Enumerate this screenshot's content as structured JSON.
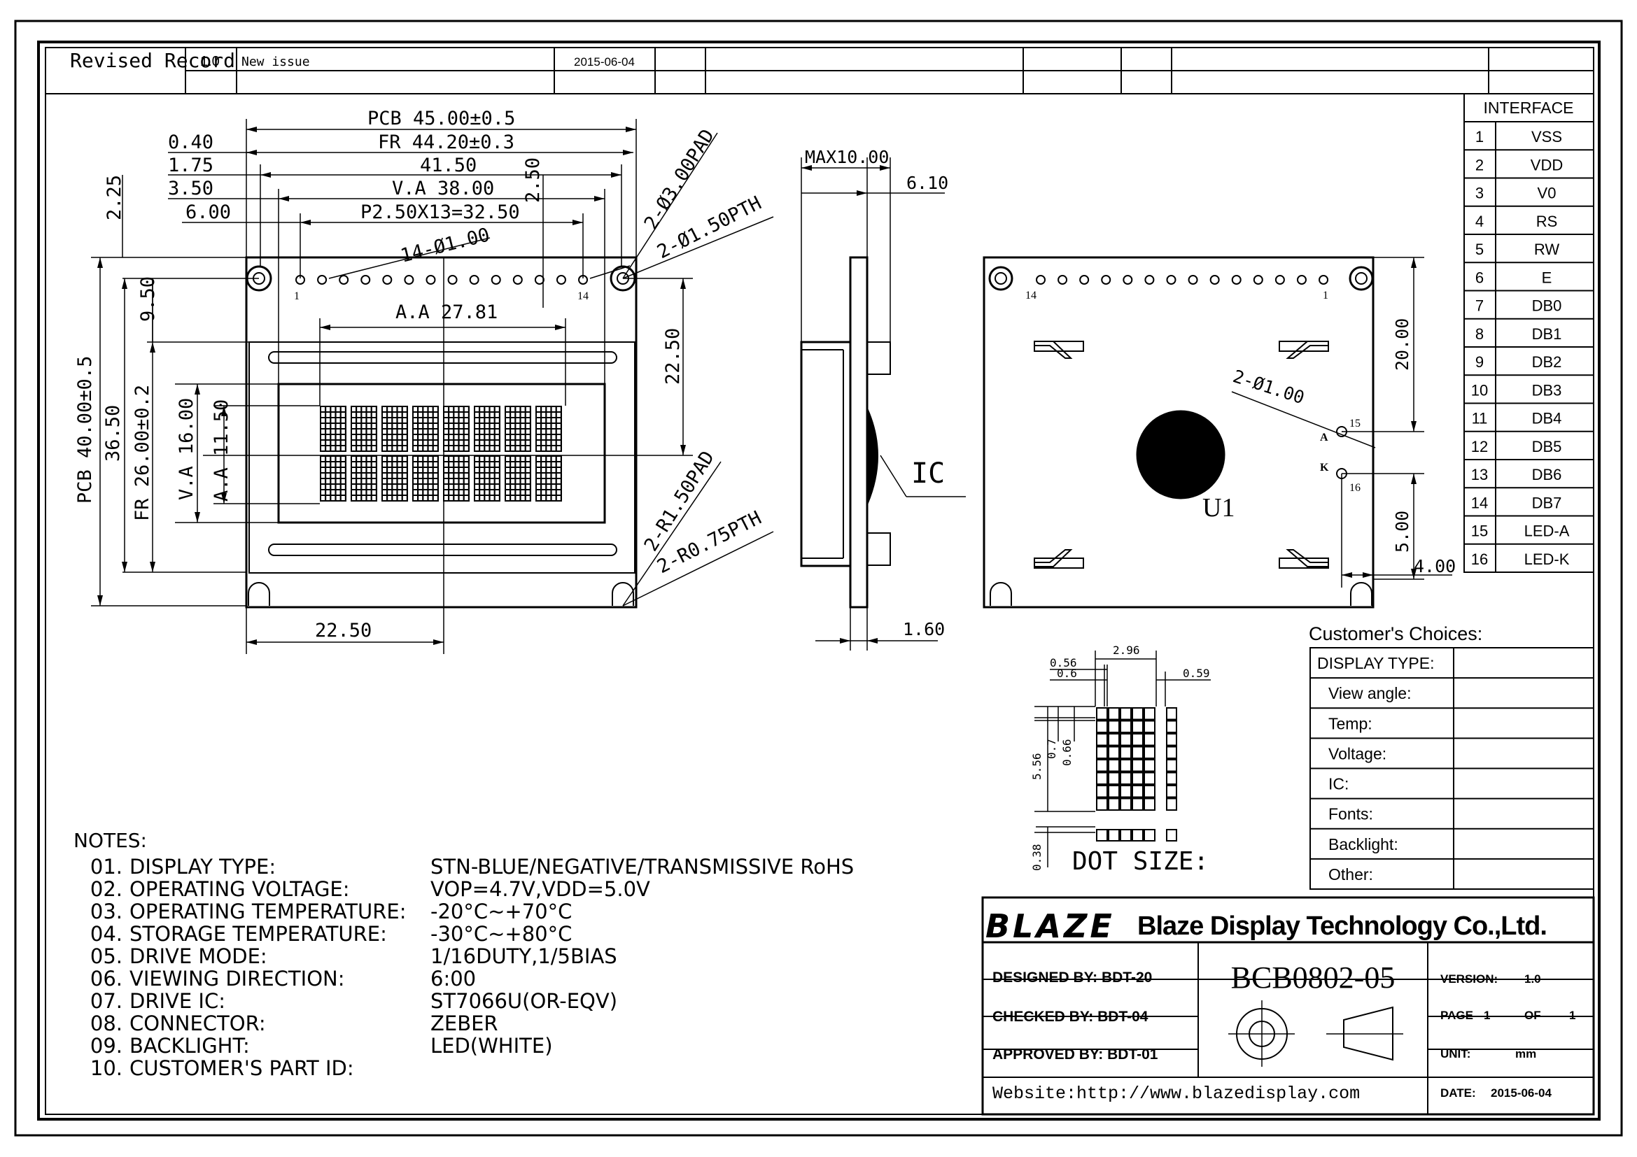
{
  "revision": {
    "header": "Revised Record",
    "rows": [
      {
        "version": "1.0",
        "description": "New issue",
        "date": "2015-06-04"
      }
    ]
  },
  "front_view": {
    "pcb_width": "PCB 45.00±0.5",
    "fr_width": "FR 44.20±0.3",
    "dim_4150": "41.50",
    "va_width": "V.A 38.00",
    "pitch": "P2.50X13=32.50",
    "off_040": "0.40",
    "off_175": "1.75",
    "off_350": "3.50",
    "off_600": "6.00",
    "dim_225": "2.25",
    "dim_250": "2.50",
    "holes14": "14-Ø1.00",
    "pad": "2-Ø3.00PAD",
    "pth": "2-Ø1.50PTH",
    "aa_width": "A.A 27.81",
    "dim_950": "9.50",
    "dim_2250_v": "22.50",
    "pcb_height": "PCB 40.00±0.5",
    "dim_3650": "36.50",
    "fr_height": "FR 26.00±0.2",
    "va_height": "V.A 16.00",
    "aa_height": "A.A 11.50",
    "r150pad": "2-R1.50PAD",
    "r075pth": "2-R0.75PTH",
    "dim_2250_h": "22.50",
    "pin1": "1",
    "pin14": "14"
  },
  "side_view": {
    "max": "MAX10.00",
    "dim_610": "6.10",
    "ic": "IC",
    "dim_160": "1.60"
  },
  "back_view": {
    "pin14": "14",
    "pin1": "1",
    "dim_2000": "20.00",
    "holes": "2-Ø1.00",
    "pin15": "15",
    "pin16": "16",
    "label_a": "A",
    "label_k": "K",
    "u1": "U1",
    "dim_500": "5.00",
    "dim_400": "4.00"
  },
  "dot_size": {
    "title": "DOT SIZE:",
    "w296": "2.96",
    "w056": "0.56",
    "w06": "0.6",
    "w059": "0.59",
    "h556": "5.56",
    "h07": "0.7",
    "h066": "0.66",
    "h038": "0.38"
  },
  "interface": {
    "title": "INTERFACE",
    "pins": [
      {
        "no": "1",
        "name": "VSS"
      },
      {
        "no": "2",
        "name": "VDD"
      },
      {
        "no": "3",
        "name": "V0"
      },
      {
        "no": "4",
        "name": "RS"
      },
      {
        "no": "5",
        "name": "RW"
      },
      {
        "no": "6",
        "name": "E"
      },
      {
        "no": "7",
        "name": "DB0"
      },
      {
        "no": "8",
        "name": "DB1"
      },
      {
        "no": "9",
        "name": "DB2"
      },
      {
        "no": "10",
        "name": "DB3"
      },
      {
        "no": "11",
        "name": "DB4"
      },
      {
        "no": "12",
        "name": "DB5"
      },
      {
        "no": "13",
        "name": "DB6"
      },
      {
        "no": "14",
        "name": "DB7"
      },
      {
        "no": "15",
        "name": "LED-A"
      },
      {
        "no": "16",
        "name": "LED-K"
      }
    ]
  },
  "customer": {
    "title": "Customer's Choices:",
    "rows": [
      "DISPLAY TYPE:",
      "View angle:",
      "Temp:",
      "Voltage:",
      "IC:",
      "Fonts:",
      "Backlight:",
      "Other:"
    ]
  },
  "notes": {
    "title": "NOTES:",
    "items": [
      {
        "no": "01.",
        "label": "DISPLAY TYPE:",
        "value": "STN-BLUE/NEGATIVE/TRANSMISSIVE RoHS"
      },
      {
        "no": "02.",
        "label": "OPERATING VOLTAGE:",
        "value": "VOP=4.7V,VDD=5.0V"
      },
      {
        "no": "03.",
        "label": "OPERATING TEMPERATURE:",
        "value": "-20°C~+70°C"
      },
      {
        "no": "04.",
        "label": "STORAGE TEMPERATURE:",
        "value": "-30°C~+80°C"
      },
      {
        "no": "05.",
        "label": "DRIVE MODE:",
        "value": "1/16DUTY,1/5BIAS"
      },
      {
        "no": "06.",
        "label": "VIEWING DIRECTION:",
        "value": "6:00"
      },
      {
        "no": "07.",
        "label": "DRIVE IC:",
        "value": "ST7066U(OR-EQV)"
      },
      {
        "no": "08.",
        "label": "CONNECTOR:",
        "value": "ZEBER"
      },
      {
        "no": "09.",
        "label": "BACKLIGHT:",
        "value": "LED(WHITE)"
      },
      {
        "no": "10.",
        "label": "CUSTOMER'S PART ID:",
        "value": ""
      }
    ]
  },
  "title_block": {
    "logo": "BLAZE",
    "company": "Blaze Display Technology Co.,Ltd.",
    "designed": "DESIGNED BY: BDT-20",
    "checked": "CHECKED BY: BDT-04",
    "approved": "APPROVED BY: BDT-01",
    "part_no": "BCB0802-05",
    "version_label": "VERSION:",
    "version": "1.0",
    "page_label": "PAGE",
    "page": "1",
    "of_label": "OF",
    "pages": "1",
    "unit_label": "UNIT:",
    "unit": "mm",
    "date_label": "DATE:",
    "date": "2015-06-04",
    "website": "Website:http://www.blazedisplay.com"
  }
}
